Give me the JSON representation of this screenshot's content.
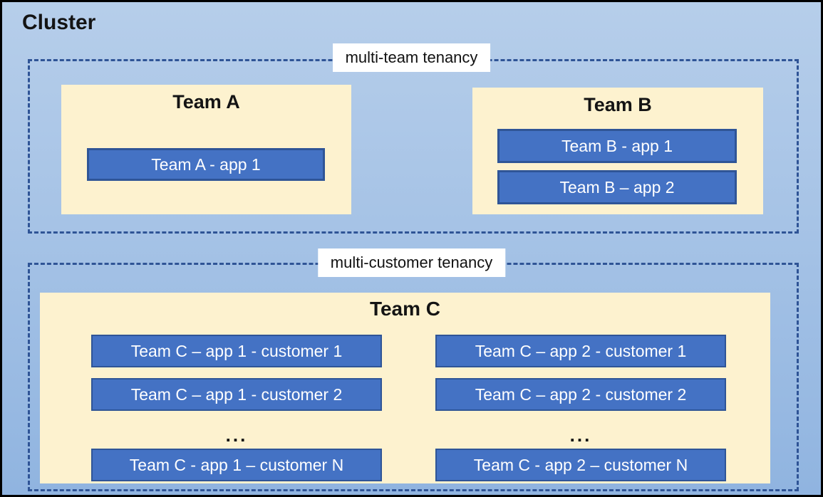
{
  "cluster": {
    "title": "Cluster"
  },
  "zones": [
    {
      "label": "multi-team tenancy",
      "teams": [
        {
          "name": "Team A",
          "apps": [
            "Team A - app 1"
          ]
        },
        {
          "name": "Team B",
          "apps": [
            "Team B - app 1",
            "Team B – app 2"
          ]
        }
      ]
    },
    {
      "label": "multi-customer tenancy",
      "teams": [
        {
          "name": "Team C",
          "columns": [
            {
              "rows": [
                "Team C – app 1 - customer 1",
                "Team C – app 1 - customer 2"
              ],
              "ellipsis": "...",
              "last_row": "Team C - app 1 – customer N"
            },
            {
              "rows": [
                "Team C – app 2 - customer 1",
                "Team C – app 2 - customer 2"
              ],
              "ellipsis": "...",
              "last_row": "Team C - app 2 – customer N"
            }
          ]
        }
      ]
    }
  ],
  "colors": {
    "canvas_top": "#b6ceea",
    "canvas_bottom": "#90b4e0",
    "dashed_border": "#2f5496",
    "team_fill": "#fdf2cf",
    "app_fill": "#4472c4",
    "app_border": "#2f5597",
    "app_text": "#ffffff",
    "label_bg": "#ffffff",
    "title_text": "#141414",
    "outer_border": "#000000"
  }
}
